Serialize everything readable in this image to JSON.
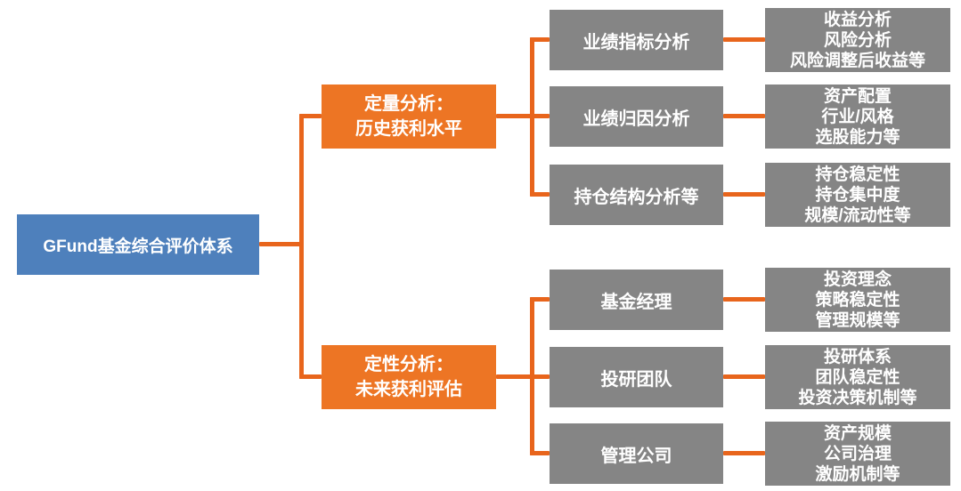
{
  "diagram": {
    "root": {
      "label": "GFund基金综合评价体系"
    },
    "branches": [
      {
        "line1": "定量分析：",
        "line2": "历史获利水平"
      },
      {
        "line1": "定性分析：",
        "line2": "未来获利评估"
      }
    ],
    "categories": [
      {
        "label": "业绩指标分析",
        "details": [
          "收益分析",
          "风险分析",
          "风险调整后收益等"
        ]
      },
      {
        "label": "业绩归因分析",
        "details": [
          "资产配置",
          "行业/风格",
          "选股能力等"
        ]
      },
      {
        "label": "持仓结构分析等",
        "details": [
          "持仓稳定性",
          "持仓集中度",
          "规模/流动性等"
        ]
      },
      {
        "label": "基金经理",
        "details": [
          "投资理念",
          "策略稳定性",
          "管理规模等"
        ]
      },
      {
        "label": "投研团队",
        "details": [
          "投研体系",
          "团队稳定性",
          "投资决策机制等"
        ]
      },
      {
        "label": "管理公司",
        "details": [
          "资产规模",
          "公司治理",
          "激励机制等"
        ]
      }
    ],
    "colors": {
      "root": "#4E80BC",
      "branch": "#ED7524",
      "category": "#858585",
      "connector": "#E8651C",
      "text": "#FFFFFF"
    }
  }
}
